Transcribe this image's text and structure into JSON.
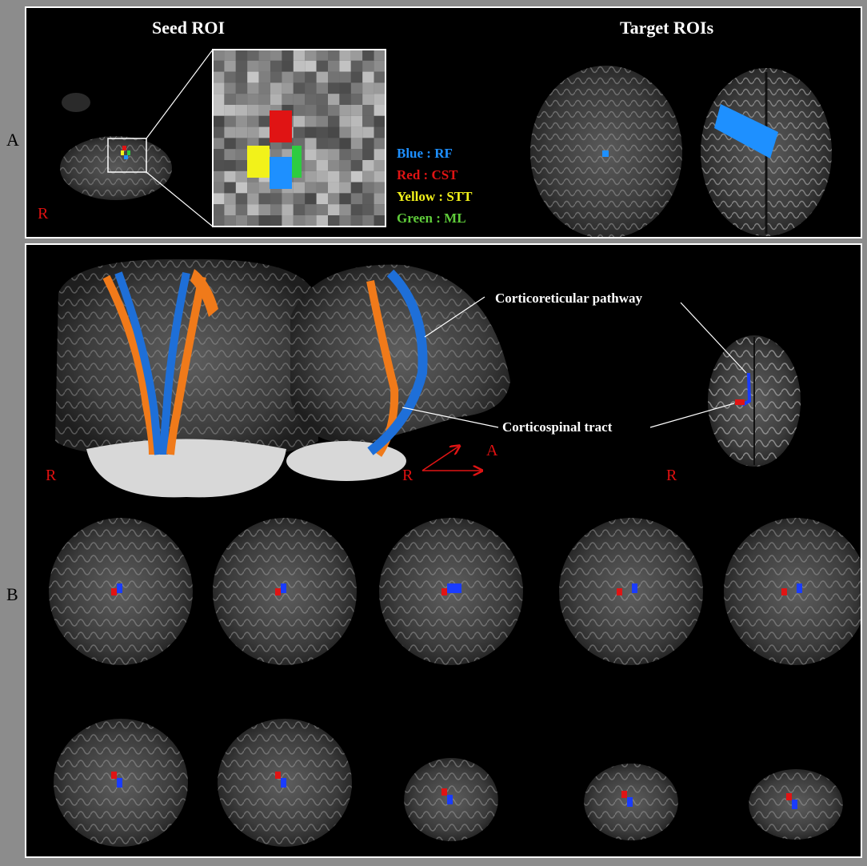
{
  "side_labels": {
    "a": "A",
    "b": "B"
  },
  "panel_a": {
    "seed_title": "Seed ROI",
    "target_title": "Target ROIs",
    "orientation": "R",
    "legend": [
      {
        "text": "Blue : RF",
        "color": "#1e90ff"
      },
      {
        "text": "Red : CST",
        "color": "#e01414"
      },
      {
        "text": "Yellow : STT",
        "color": "#f2f21a"
      },
      {
        "text": "Green : ML",
        "color": "#5fcc3a"
      }
    ]
  },
  "panel_b": {
    "annotation_corticoreticular": "Corticoreticular pathway",
    "annotation_corticospinal": "Corticospinal tract",
    "orientation_coronal": "R",
    "orientation_sagittal": "R",
    "orientation_axial": "R",
    "arrow_anterior": "A"
  },
  "colors": {
    "rf_blue": "#1e90ff",
    "cst_orange": "#f07a1a",
    "cst_red": "#e01414",
    "crp_blue": "#1a3cff"
  }
}
